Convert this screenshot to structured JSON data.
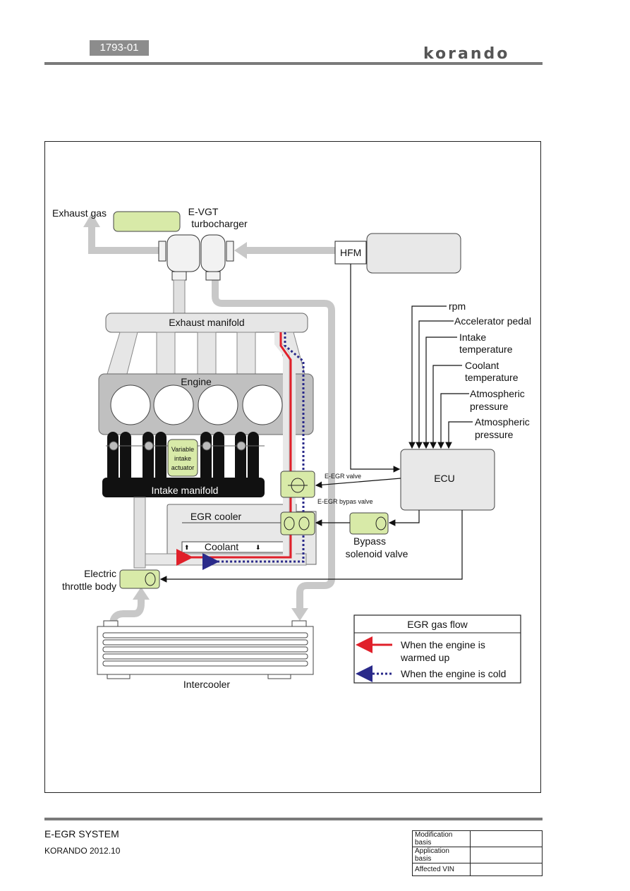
{
  "header": {
    "code": "1793-01",
    "brand": "korando"
  },
  "diagram": {
    "exhaust_gas": "Exhaust gas",
    "turbo_line1": "E-VGT",
    "turbo_line2": "turbocharger",
    "hfm": "HFM",
    "exhaust_manifold": "Exhaust manifold",
    "engine": "Engine",
    "via_line1": "Variable",
    "via_line2": "intake",
    "via_line3": "actuator",
    "intake_manifold": "Intake manifold",
    "egr_valve": "E-EGR valve",
    "egr_bypass_valve": "E-EGR bypas valve",
    "egr_cooler": "EGR cooler",
    "coolant": "Coolant",
    "bypass_line1": "Bypass",
    "bypass_line2": "solenoid valve",
    "etb_line1": "Electric",
    "etb_line2": "throttle body",
    "intercooler": "Intercooler",
    "ecu": "ECU",
    "inputs": {
      "rpm": "rpm",
      "accel": "Accelerator pedal",
      "intake_temp1": "Intake",
      "intake_temp2": "temperature",
      "coolant_temp1": "Coolant",
      "coolant_temp2": "temperature",
      "atm1_line1": "Atmospheric",
      "atm1_line2": "pressure",
      "atm2_line1": "Atmospheric",
      "atm2_line2": "pressure"
    },
    "legend": {
      "title": "EGR gas flow",
      "warm_line1": "When the engine is",
      "warm_line2": "warmed up",
      "cold": "When the engine is cold"
    },
    "colors": {
      "warm": "#e0202a",
      "cold": "#2a2a8a",
      "valve_fill": "#d8eaa8",
      "duct": "#c8c8c8"
    }
  },
  "footer": {
    "title": "E-EGR SYSTEM",
    "subtitle": "KORANDO 2012.10",
    "rows": [
      {
        "label": "Modification basis",
        "value": ""
      },
      {
        "label": "Application basis",
        "value": ""
      },
      {
        "label": "Affected VIN",
        "value": ""
      }
    ]
  }
}
